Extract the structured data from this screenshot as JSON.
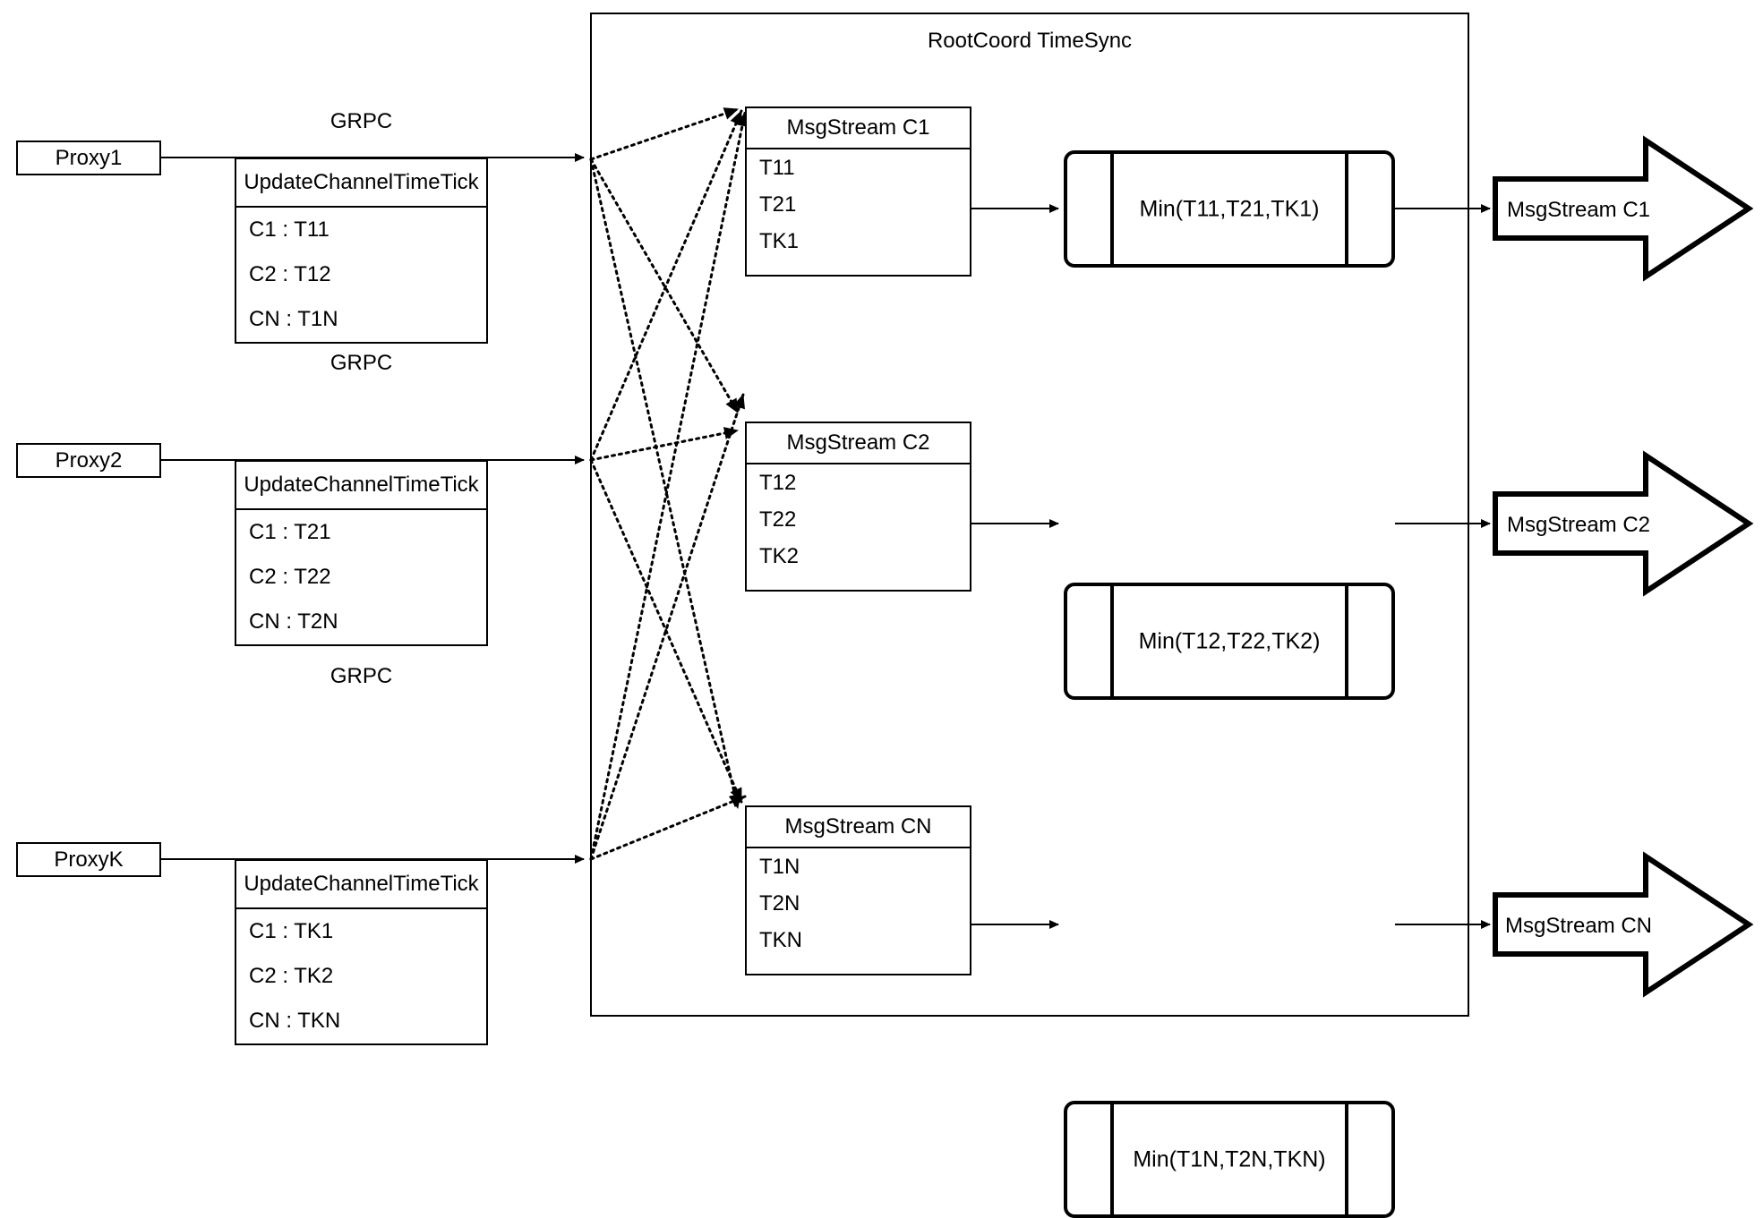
{
  "diagram": {
    "title": "RootCoord TimeSync",
    "container_label": "RootCoord TimeSync"
  },
  "proxies": [
    {
      "name": "Proxy1",
      "link_label": "GRPC",
      "request": {
        "title": "UpdateChannelTimeTick",
        "rows": [
          "C1 :  T11",
          "C2 :  T12",
          "CN : T1N"
        ]
      }
    },
    {
      "name": "Proxy2",
      "link_label": "GRPC",
      "request": {
        "title": "UpdateChannelTimeTick",
        "rows": [
          "C1 :  T21",
          "C2 :  T22",
          "CN : T2N"
        ]
      }
    },
    {
      "name": "ProxyK",
      "link_label": "GRPC",
      "request": {
        "title": "UpdateChannelTimeTick",
        "rows": [
          "C1 :  TK1",
          "C2 :  TK2",
          "CN : TKN"
        ]
      }
    }
  ],
  "channels": [
    {
      "stream": {
        "title": "MsgStream C1",
        "rows": [
          "T11",
          "T21",
          "TK1"
        ]
      },
      "min": "Min(T11,T21,TK1)",
      "output": "MsgStream C1"
    },
    {
      "stream": {
        "title": "MsgStream C2",
        "rows": [
          "T12",
          "T22",
          "TK2"
        ]
      },
      "min": "Min(T12,T22,TK2)",
      "output": "MsgStream C2"
    },
    {
      "stream": {
        "title": "MsgStream CN",
        "rows": [
          "T1N",
          "T2N",
          "TKN"
        ]
      },
      "min": "Min(T1N,T2N,TKN)",
      "output": "MsgStream CN"
    }
  ],
  "colors": {
    "stroke": "#000000",
    "background": "#ffffff"
  }
}
